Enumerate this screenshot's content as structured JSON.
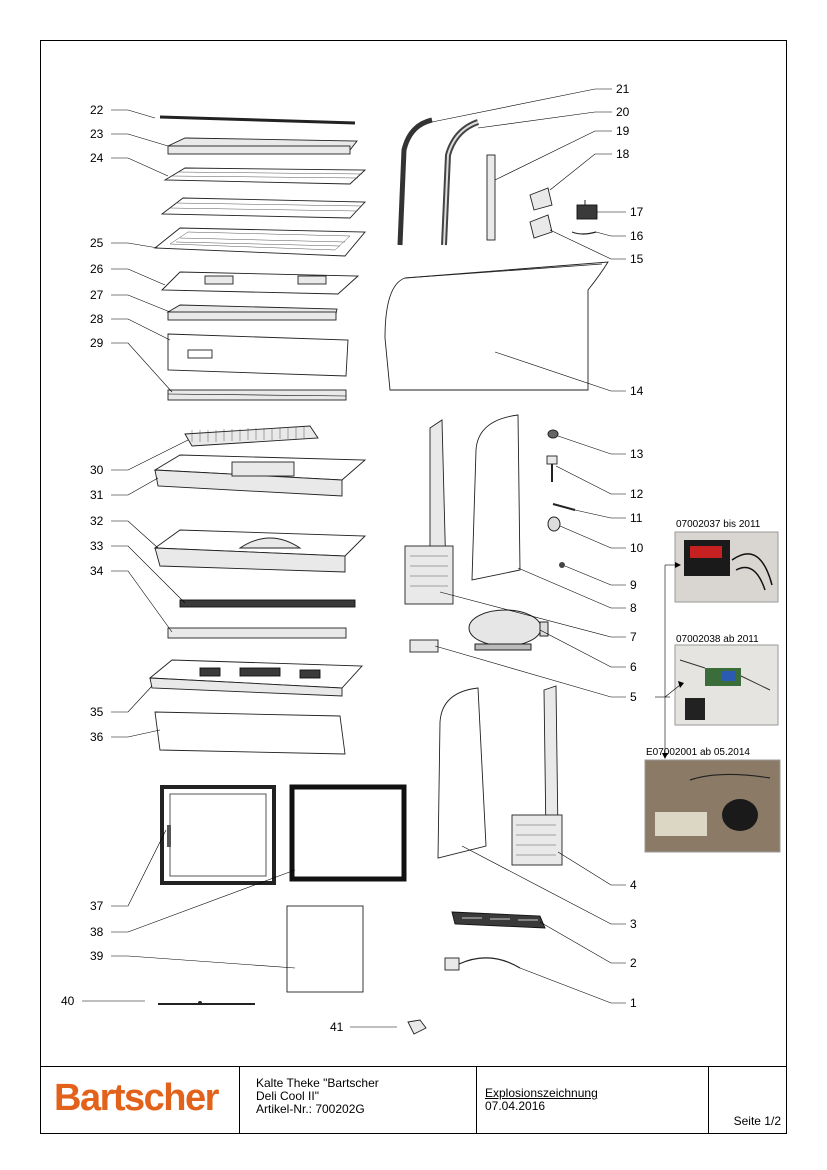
{
  "diagram": {
    "callouts": [
      "1",
      "2",
      "3",
      "4",
      "5",
      "6",
      "7",
      "8",
      "9",
      "10",
      "11",
      "12",
      "13",
      "14",
      "15",
      "16",
      "17",
      "18",
      "19",
      "20",
      "21",
      "22",
      "23",
      "24",
      "25",
      "26",
      "27",
      "28",
      "29",
      "30",
      "31",
      "32",
      "33",
      "34",
      "35",
      "36",
      "37",
      "38",
      "39",
      "40",
      "41"
    ],
    "photo_captions": {
      "photo_1": "07002037 bis 2011",
      "photo_2": "07002038 ab 2011",
      "photo_3": "E07002001 ab 05.2014"
    }
  },
  "title_block": {
    "logo": "Bartscher",
    "product_line_1": "Kalte Theke \"Bartscher",
    "product_line_2": "Deli Cool II\"",
    "article": "Artikel-Nr.: 700202G",
    "doc_title": "Explosionszeichnung",
    "date": "07.04.2016",
    "page": "Seite 1/2"
  },
  "colors": {
    "brand": "#e2621b",
    "line": "#000000"
  }
}
